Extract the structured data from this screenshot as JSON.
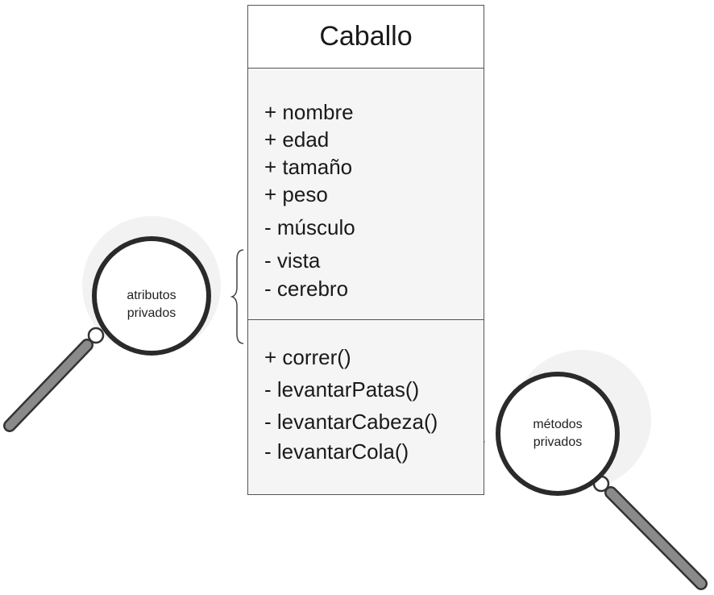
{
  "class_diagram": {
    "class_name": "Caballo",
    "attributes": [
      "+ nombre",
      "+ edad",
      "+ tamaño",
      "+ peso",
      "- músculo",
      "- vista",
      "- cerebro"
    ],
    "methods": [
      "+ correr()",
      "- levantarPatas()",
      "- levantarCabeza()",
      "- levantarCola()"
    ]
  },
  "callouts": {
    "private_attributes": {
      "line1": "atributos",
      "line2": "privados"
    },
    "private_methods": {
      "line1": "métodos",
      "line2": "privados"
    }
  },
  "colors": {
    "outline": "#555555",
    "lens_rim": "#2a2a2a",
    "handle": "#8a8a8a",
    "compartment_fill": "#f5f5f5"
  },
  "icons": [
    "magnifying-glass-icon",
    "magnifying-glass-icon"
  ]
}
